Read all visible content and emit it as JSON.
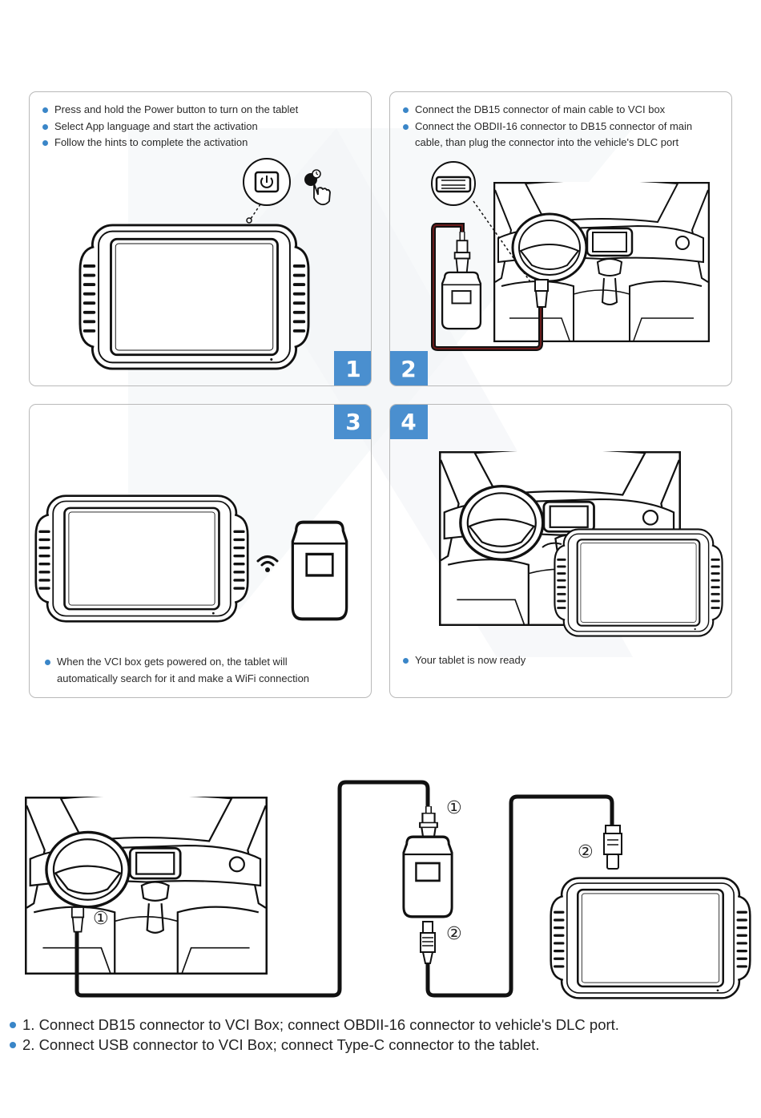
{
  "steps": [
    {
      "number": "1",
      "bullets": [
        "Press and hold the Power button to turn on the tablet",
        "Select App language and start the activation",
        "Follow the hints to complete the activation"
      ]
    },
    {
      "number": "2",
      "bullets": [
        "Connect the DB15 connector of main cable to VCI box",
        "Connect the OBDII-16 connector to DB15 connector of main cable, than plug the connector into the vehicle's DLC port"
      ]
    },
    {
      "number": "3",
      "bullets": [
        "When the VCI box gets powered on, the tablet will automatically search for it and make a WiFi connection"
      ]
    },
    {
      "number": "4",
      "bullets": [
        "Your tablet is now ready"
      ]
    }
  ],
  "diagram": {
    "callout_1": "①",
    "callout_2": "②"
  },
  "notes": [
    "1. Connect DB15 connector to VCI Box; connect OBDII-16 connector to vehicle's DLC port.",
    "2. Connect USB connector to VCI Box; connect Type-C connector to the tablet."
  ],
  "colors": {
    "accent": "#4a8fcf",
    "bullet": "#3a86c8",
    "line": "#1a1a1a",
    "cable_red": "#6a1b1b"
  }
}
